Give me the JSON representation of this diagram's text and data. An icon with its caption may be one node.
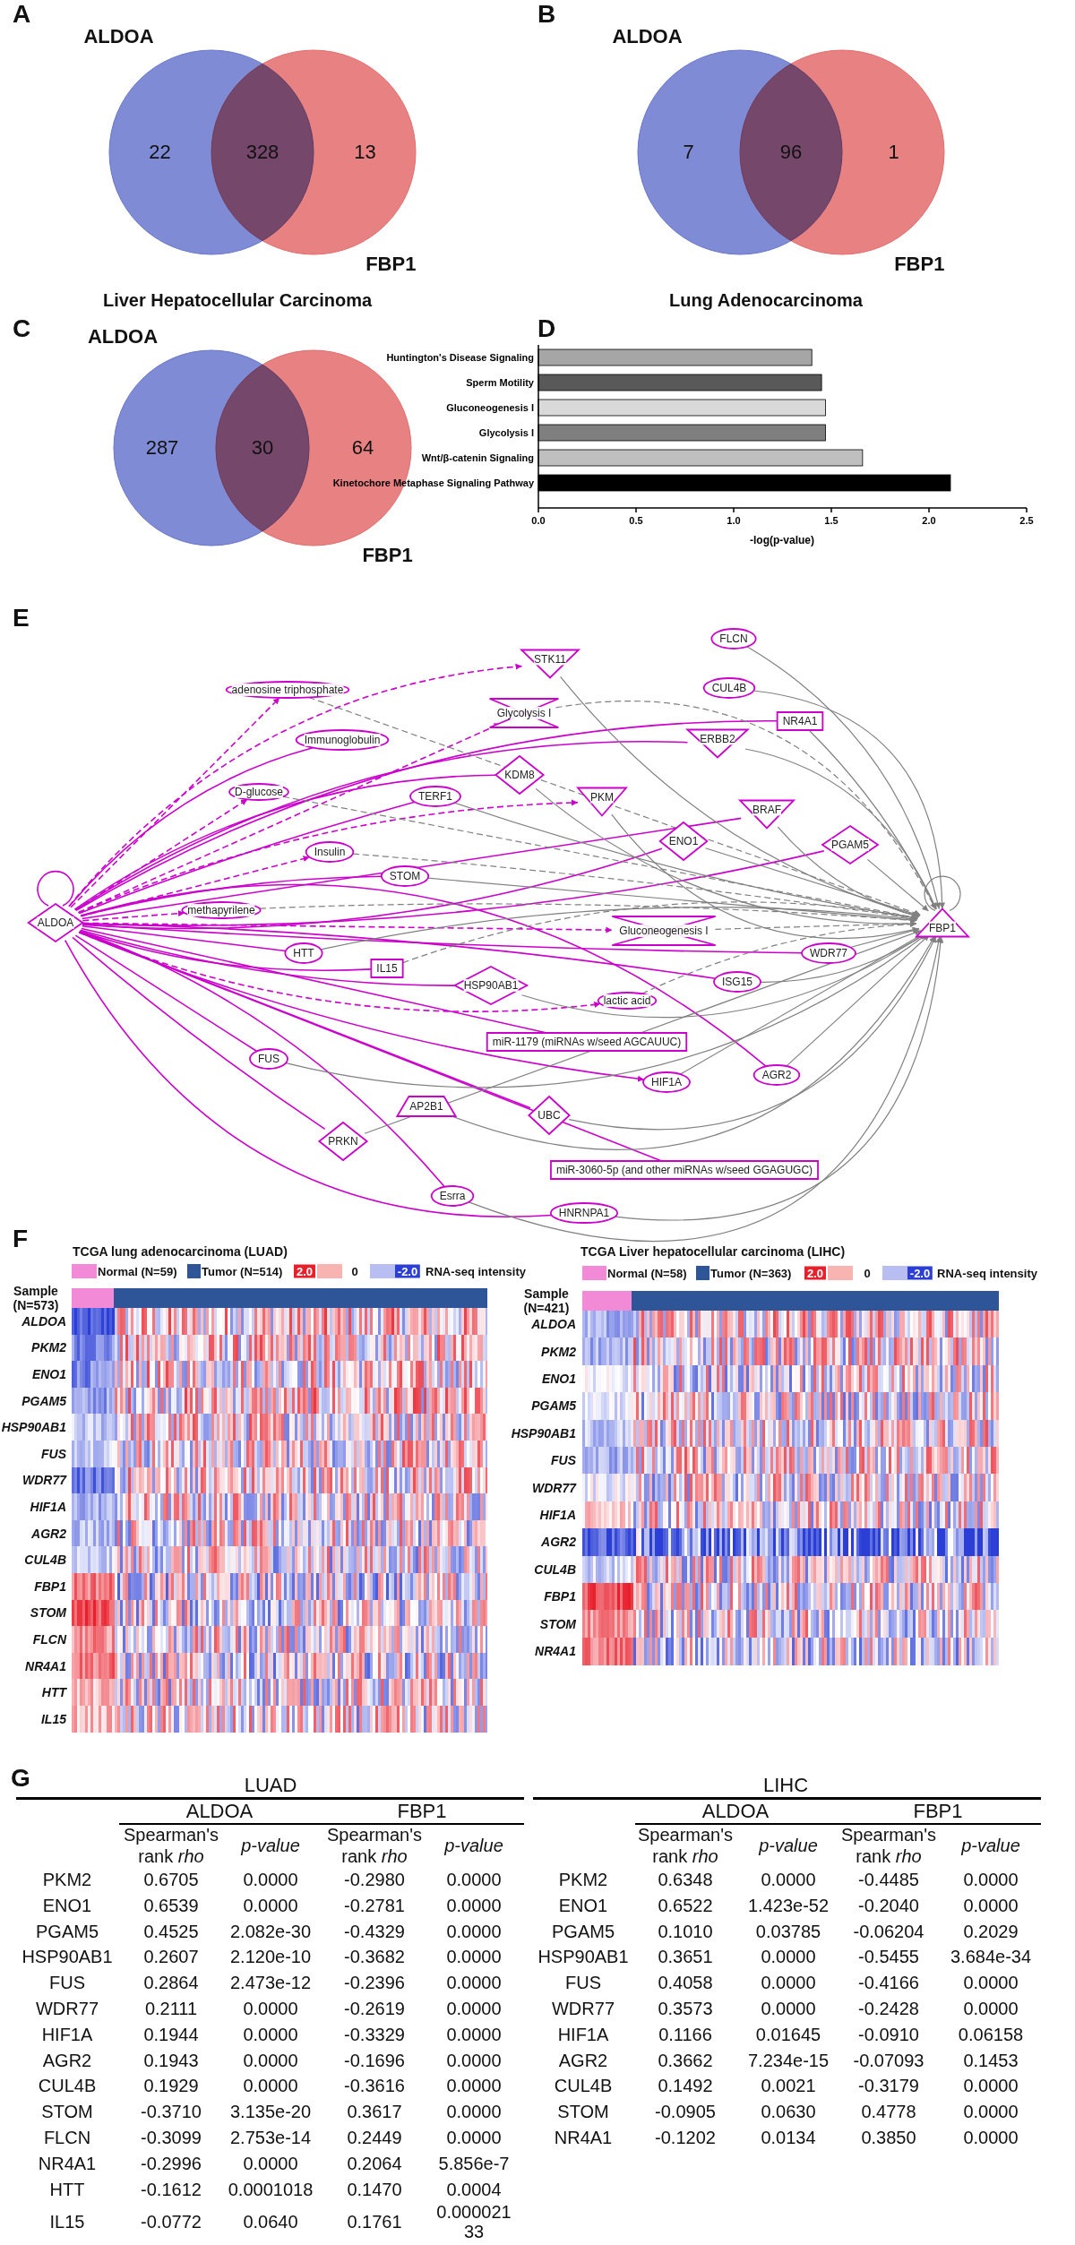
{
  "diagram": {
    "nodes": [
      {
        "text": [
          "ALDOA",
          "22"
        ]
      },
      {
        "text": [
          "13",
          "FBP1"
        ]
      },
      {
        "text": [
          "ALDOA",
          "7"
        ]
      },
      {
        "text": [
          "1",
          "FBP1"
        ]
      },
      {
        "text": [
          "ALDOA",
          "287"
        ]
      },
      {
        "text": [
          "64",
          "FBP1"
        ]
      },
      {
        "text": [
          "ALDOA"
        ]
      },
      {
        "text": [
          "FBP1"
        ]
      },
      {
        "text": [
          "FLCN"
        ]
      },
      {
        "text": [
          "STK11"
        ]
      },
      {
        "text": [
          "CUL4B"
        ]
      },
      {
        "text": [
          "adenosine triphosphate"
        ]
      },
      {
        "text": [
          "Glycolysis I"
        ]
      },
      {
        "text": [
          "NR4A1"
        ]
      },
      {
        "text": [
          "Immunoglobulin"
        ]
      },
      {
        "text": [
          "ERBB2"
        ]
      },
      {
        "text": [
          "KDM8"
        ]
      },
      {
        "text": [
          "D-glucose"
        ]
      },
      {
        "text": [
          "TERF1"
        ]
      },
      {
        "text": [
          "PKM"
        ]
      },
      {
        "text": [
          "BRAF"
        ]
      },
      {
        "text": [
          "ENO1"
        ]
      },
      {
        "text": [
          "PGAM5"
        ]
      },
      {
        "text": [
          "Insulin"
        ]
      },
      {
        "text": [
          "STOM"
        ]
      },
      {
        "text": [
          "methapyrilene"
        ]
      },
      {
        "text": [
          "Gluconeogenesis I"
        ]
      },
      {
        "text": [
          "HTT"
        ]
      },
      {
        "text": [
          "WDR77"
        ]
      },
      {
        "text": [
          "IL15"
        ]
      },
      {
        "text": [
          "ISG15"
        ]
      },
      {
        "text": [
          "lactic acid"
        ]
      },
      {
        "text": [
          "HSP90AB1"
        ]
      },
      {
        "text": [
          "miR-1179 (miRNAs w/seed AGCAUUC)"
        ]
      },
      {
        "text": [
          "FUS"
        ]
      },
      {
        "text": [
          "HIF1A"
        ]
      },
      {
        "text": [
          "AGR2"
        ]
      },
      {
        "text": [
          "AP2B1"
        ]
      },
      {
        "text": [
          "UBC"
        ]
      },
      {
        "text": [
          "PRKN"
        ]
      },
      {
        "text": [
          "miR-3060-5p (and other miRNAs w/seed GGAGUGC)"
        ]
      },
      {
        "text": [
          "Esrra"
        ]
      },
      {
        "text": [
          "HNRNPA1"
        ]
      }
    ],
    "edges": [
      {
        "from": 6,
        "to": 6,
        "arrow": "none",
        "color": "#cc00cc"
      },
      {
        "from": 7,
        "to": 7,
        "arrow": "none",
        "color": "#808080"
      },
      {
        "from": 6,
        "to": 9,
        "arrow": "to",
        "style": "dashed",
        "color": "#cc00cc"
      },
      {
        "from": 6,
        "to": 11,
        "arrow": "to",
        "style": "dashed",
        "color": "#cc00cc"
      },
      {
        "from": 6,
        "to": 12,
        "arrow": "to",
        "style": "dashed",
        "color": "#cc00cc"
      },
      {
        "from": 6,
        "to": 13,
        "arrow": "none",
        "color": "#cc00cc"
      },
      {
        "from": 6,
        "to": 14,
        "arrow": "none",
        "color": "#cc00cc"
      },
      {
        "from": 6,
        "to": 15,
        "arrow": "none",
        "color": "#cc00cc"
      },
      {
        "from": 6,
        "to": 16,
        "arrow": "none",
        "color": "#cc00cc"
      },
      {
        "from": 6,
        "to": 17,
        "arrow": "to",
        "style": "dashed",
        "color": "#cc00cc"
      },
      {
        "from": 6,
        "to": 18,
        "arrow": "none",
        "color": "#cc00cc"
      },
      {
        "from": 6,
        "to": 19,
        "arrow": "to",
        "style": "dashed",
        "color": "#cc00cc"
      },
      {
        "from": 6,
        "to": 20,
        "arrow": "none",
        "color": "#cc00cc"
      },
      {
        "from": 6,
        "to": 21,
        "arrow": "none",
        "color": "#cc00cc"
      },
      {
        "from": 6,
        "to": 22,
        "arrow": "none",
        "color": "#cc00cc"
      },
      {
        "from": 6,
        "to": 23,
        "arrow": "to",
        "style": "dashed",
        "color": "#cc00cc"
      },
      {
        "from": 6,
        "to": 24,
        "arrow": "none",
        "color": "#cc00cc"
      },
      {
        "from": 6,
        "to": 25,
        "arrow": "to",
        "style": "dashed",
        "color": "#cc00cc"
      },
      {
        "from": 6,
        "to": 26,
        "arrow": "to",
        "style": "dashed",
        "color": "#cc00cc"
      },
      {
        "from": 6,
        "to": 27,
        "arrow": "none",
        "color": "#cc00cc"
      },
      {
        "from": 6,
        "to": 28,
        "arrow": "none",
        "color": "#cc00cc"
      },
      {
        "from": 6,
        "to": 29,
        "arrow": "none",
        "color": "#cc00cc"
      },
      {
        "from": 6,
        "to": 30,
        "arrow": "none",
        "color": "#cc00cc"
      },
      {
        "from": 6,
        "to": 31,
        "arrow": "to",
        "style": "dashed",
        "color": "#cc00cc"
      },
      {
        "from": 6,
        "to": 32,
        "arrow": "none",
        "color": "#cc00cc"
      },
      {
        "from": 6,
        "to": 33,
        "arrow": "none",
        "color": "#cc00cc"
      },
      {
        "from": 6,
        "to": 34,
        "arrow": "none",
        "color": "#cc00cc"
      },
      {
        "from": 6,
        "to": 35,
        "arrow": "to",
        "color": "#cc00cc"
      },
      {
        "from": 6,
        "to": 36,
        "arrow": "none",
        "color": "#cc00cc"
      },
      {
        "from": 6,
        "to": 38,
        "arrow": "none",
        "color": "#cc00cc"
      },
      {
        "from": 6,
        "to": 39,
        "arrow": "none",
        "color": "#cc00cc"
      },
      {
        "from": 6,
        "to": 40,
        "arrow": "none",
        "color": "#cc00cc"
      },
      {
        "from": 6,
        "to": 41,
        "arrow": "none",
        "color": "#cc00cc"
      },
      {
        "from": 6,
        "to": 42,
        "arrow": "none",
        "color": "#cc00cc"
      },
      {
        "from": 8,
        "to": 7,
        "arrow": "to",
        "color": "#808080"
      },
      {
        "from": 9,
        "to": 7,
        "arrow": "to",
        "color": "#808080"
      },
      {
        "from": 10,
        "to": 7,
        "arrow": "to",
        "color": "#808080"
      },
      {
        "from": 11,
        "to": 7,
        "arrow": "to",
        "style": "dashed",
        "color": "#808080"
      },
      {
        "from": 12,
        "to": 7,
        "arrow": "to",
        "style": "dashed",
        "color": "#808080"
      },
      {
        "from": 13,
        "to": 7,
        "arrow": "to",
        "color": "#808080"
      },
      {
        "from": 15,
        "to": 7,
        "arrow": "to",
        "color": "#808080"
      },
      {
        "from": 16,
        "to": 7,
        "arrow": "to",
        "color": "#808080"
      },
      {
        "from": 17,
        "to": 7,
        "arrow": "to",
        "style": "dashed",
        "color": "#808080"
      },
      {
        "from": 18,
        "to": 7,
        "arrow": "to",
        "color": "#808080"
      },
      {
        "from": 19,
        "to": 7,
        "arrow": "to",
        "color": "#808080"
      },
      {
        "from": 20,
        "to": 7,
        "arrow": "to",
        "color": "#808080"
      },
      {
        "from": 21,
        "to": 7,
        "arrow": "to",
        "color": "#808080"
      },
      {
        "from": 22,
        "to": 7,
        "arrow": "to",
        "color": "#808080"
      },
      {
        "from": 23,
        "to": 7,
        "arrow": "to",
        "style": "dashed",
        "color": "#808080"
      },
      {
        "from": 24,
        "to": 7,
        "arrow": "to",
        "color": "#808080"
      },
      {
        "from": 25,
        "to": 7,
        "arrow": "to",
        "style": "dashed",
        "color": "#808080"
      },
      {
        "from": 26,
        "to": 7,
        "arrow": "to",
        "style": "dashed",
        "color": "#808080"
      },
      {
        "from": 27,
        "to": 7,
        "arrow": "to",
        "color": "#808080"
      },
      {
        "from": 28,
        "to": 7,
        "arrow": "to",
        "color": "#808080"
      },
      {
        "from": 29,
        "to": 7,
        "arrow": "to",
        "style": "dashed",
        "color": "#808080"
      },
      {
        "from": 30,
        "to": 7,
        "arrow": "to",
        "color": "#808080"
      },
      {
        "from": 31,
        "to": 7,
        "arrow": "to",
        "style": "dashed",
        "color": "#808080"
      },
      {
        "from": 32,
        "to": 7,
        "arrow": "to",
        "color": "#808080"
      },
      {
        "from": 34,
        "to": 7,
        "arrow": "to",
        "color": "#808080"
      },
      {
        "from": 35,
        "to": 7,
        "arrow": "to",
        "color": "#808080"
      },
      {
        "from": 36,
        "to": 7,
        "arrow": "to",
        "color": "#808080"
      },
      {
        "from": 37,
        "to": 7,
        "arrow": "to",
        "color": "#808080"
      },
      {
        "from": 38,
        "to": 7,
        "arrow": "to",
        "color": "#808080"
      },
      {
        "from": 39,
        "to": 7,
        "arrow": "to",
        "color": "#808080"
      },
      {
        "from": 41,
        "to": 7,
        "arrow": "to",
        "color": "#808080"
      },
      {
        "from": 42,
        "to": 7,
        "arrow": "to",
        "color": "#808080"
      }
    ],
    "labels": [
      "A",
      "328",
      "Liver Hepatocellular Carcinoma",
      "B",
      "96",
      "Lung Adenocarcinoma",
      "C",
      "30",
      "D",
      "E",
      "F",
      "TCGA lung adenocarcinoma (LUAD)",
      "2.0",
      "0",
      "-2.0",
      "RNA-seq intensity",
      "Sample (N=573)",
      "ALDOA",
      "PKM2",
      "ENO1",
      "PGAM5",
      "HSP90AB1",
      "FUS",
      "WDR77",
      "HIF1A",
      "AGR2",
      "CUL4B",
      "FBP1",
      "STOM",
      "FLCN",
      "NR4A1",
      "HTT",
      "IL15",
      "TCGA Liver hepatocellular carcinoma (LIHC)",
      "2.0",
      "0",
      "-2.0",
      "RNA-seq intensity",
      "Sample (N=421)",
      "ALDOA",
      "PKM2",
      "ENO1",
      "PGAM5",
      "HSP90AB1",
      "FUS",
      "WDR77",
      "HIF1A",
      "AGR2",
      "CUL4B",
      "FBP1",
      "STOM",
      "NR4A1",
      "G",
      "LUAD",
      "ALDOA",
      "FBP1",
      "Spearman's rank *rho*",
      "p-value",
      "Spearman's rank *rho*",
      "p-value",
      "LIHC",
      "ALDOA",
      "FBP1",
      "Spearman's rank *rho*",
      "p-value",
      "Spearman's rank *rho*",
      "p-value",
      "PKM2",
      "0.6705",
      "0.0000",
      "-0.2980",
      "0.0000",
      "ENO1",
      "0.6539",
      "0.0000",
      "-0.2781",
      "0.0000",
      "PGAM5",
      "0.4525",
      "2.082e-30",
      "-0.4329",
      "0.0000",
      "HSP90AB1",
      "0.2607",
      "2.120e-10",
      "-0.3682",
      "0.0000",
      "FUS",
      "0.2864",
      "2.473e-12",
      "-0.2396",
      "0.0000",
      "WDR77",
      "0.2111",
      "0.0000",
      "-0.2619",
      "0.0000",
      "HIF1A",
      "0.1944",
      "0.0000",
      "-0.3329",
      "0.0000",
      "AGR2",
      "0.1943",
      "0.0000",
      "-0.1696",
      "0.0000",
      "CUL4B",
      "0.1929",
      "0.0000",
      "-0.3616",
      "0.0000",
      "STOM",
      "-0.3710",
      "3.135e-20",
      "0.3617",
      "0.0000",
      "FLCN",
      "-0.3099",
      "2.753e-14",
      "0.2449",
      "0.0000",
      "NR4A1",
      "-0.2996",
      "0.0000",
      "0.2064",
      "5.856e-7",
      "HTT",
      "-0.1612",
      "0.0001018",
      "0.1470",
      "0.0004",
      "IL15",
      "-0.0772",
      "0.0640",
      "0.1761",
      "0.00002133",
      "PKM2",
      "0.6348",
      "0.0000",
      "-0.4485",
      "0.0000",
      "ENO1",
      "0.6522",
      "1.423e-52",
      "-0.2040",
      "0.0000",
      "PGAM5",
      "0.1010",
      "0.03785",
      "-0.06204",
      "0.2029",
      "HSP90AB1",
      "0.3651",
      "0.0000",
      "-0.5455",
      "3.684e-34",
      "FUS",
      "0.4058",
      "0.0000",
      "-0.4166",
      "0.0000",
      "WDR77",
      "0.3573",
      "0.0000",
      "-0.2428",
      "0.0000",
      "HIF1A",
      "0.1166",
      "0.01645",
      "-0.0910",
      "0.06158",
      "AGR2",
      "0.3662",
      "7.234e-15",
      "-0.07093",
      "0.1453",
      "CUL4B",
      "0.1492",
      "0.0021",
      "-0.3179",
      "0.0000",
      "STOM",
      "-0.0905",
      "0.0630",
      "0.4778",
      "0.0000",
      "NR4A1",
      "-0.1202",
      "0.0134",
      "0.3850",
      "0.0000"
    ],
    "legend": [
      {
        "text": "Normal (N=59)",
        "color": "#f28ad8"
      },
      {
        "text": "Tumor (N=514)",
        "color": "#2e5597"
      },
      {
        "text": "Normal (N=58)",
        "color": "#f28ad8"
      },
      {
        "text": "Tumor (N=363)",
        "color": "#2e5597"
      }
    ],
    "chart_data": {
      "type": "bar",
      "orientation": "horizontal",
      "xlabel": "-log(p-value)",
      "categories": [
        "Huntington's Disease Signaling",
        "Sperm Motility",
        "Gluconeogenesis I",
        "Glycolysis I",
        "Wnt/β-catenin Signaling",
        "Kinetochore Metaphase Signaling Pathway"
      ],
      "values": [
        1.4,
        1.45,
        1.47,
        1.47,
        1.66,
        2.11
      ],
      "xlim": [
        0,
        2.5
      ],
      "xticks": [
        {
          "value": 0,
          "label": "0.0"
        },
        {
          "value": 0.5,
          "label": "0.5"
        },
        {
          "value": 1,
          "label": "1.0"
        },
        {
          "value": 1.5,
          "label": "1.5"
        },
        {
          "value": 2,
          "label": "2.0"
        },
        {
          "value": 2.5,
          "label": "2.5"
        }
      ]
    }
  }
}
